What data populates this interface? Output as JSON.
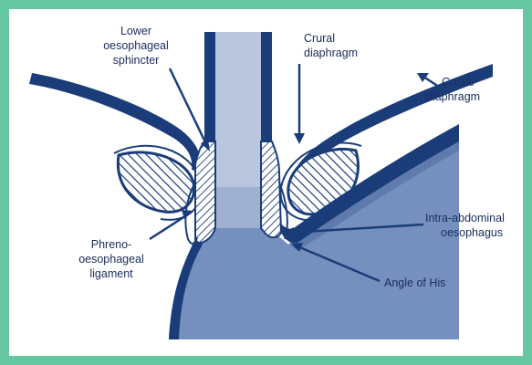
{
  "diagram": {
    "colors": {
      "frame": "#66c7a3",
      "dark_blue": "#1a3d7a",
      "stomach_fill": "#6f8ab8",
      "oesophagus_lumen": "#b5c3dc",
      "text": "#1a2f60"
    },
    "labels": {
      "les_line1": "Lower",
      "les_line2": "oesophageal",
      "les_line3": "sphincter",
      "crural_line1": "Crural",
      "crural_line2": "diaphragm",
      "costal_line1": "Costal",
      "costal_line2": "diaphragm",
      "intra_line1": "Intra-abdominal",
      "intra_line2": "oesophagus",
      "phreno_line1": "Phreno-",
      "phreno_line2": "oesophageal",
      "phreno_line3": "ligament",
      "angle_his": "Angle of His"
    }
  }
}
